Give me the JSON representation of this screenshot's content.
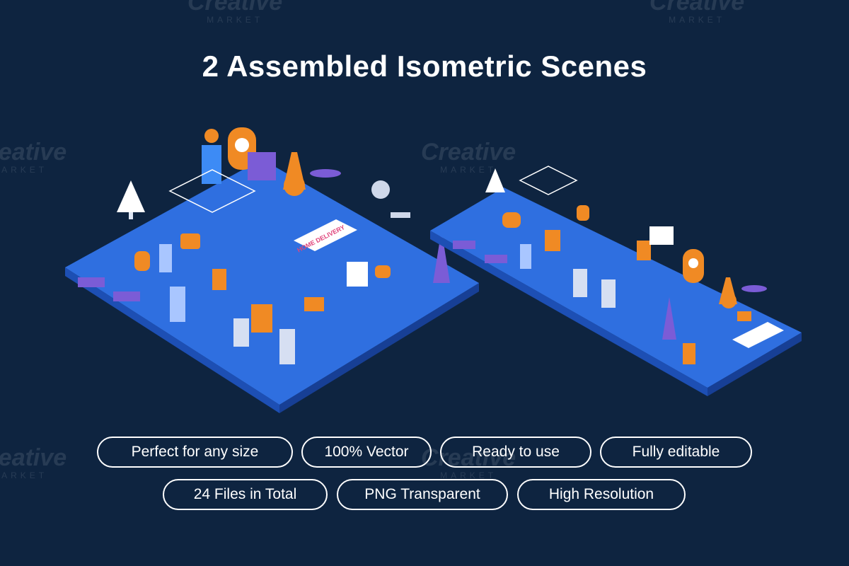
{
  "title": "2 Assembled Isometric Scenes",
  "watermark": {
    "brand": "Creative",
    "sub": "MARKET"
  },
  "features_row1": [
    "Perfect for any size",
    "100% Vector",
    "Ready to use",
    "Fully editable"
  ],
  "features_row2": [
    "24 Files in Total",
    "PNG Transparent",
    "High Resolution"
  ],
  "illustration_labels": {
    "home_delivery": "HOME DELIVERY"
  },
  "colors": {
    "background": "#0e2440",
    "platform_top": "#2f6fe0",
    "platform_side": "#1d4fb4",
    "accent_orange": "#f08a24",
    "accent_purple": "#7b5cd6",
    "pill_border": "#ffffff"
  }
}
